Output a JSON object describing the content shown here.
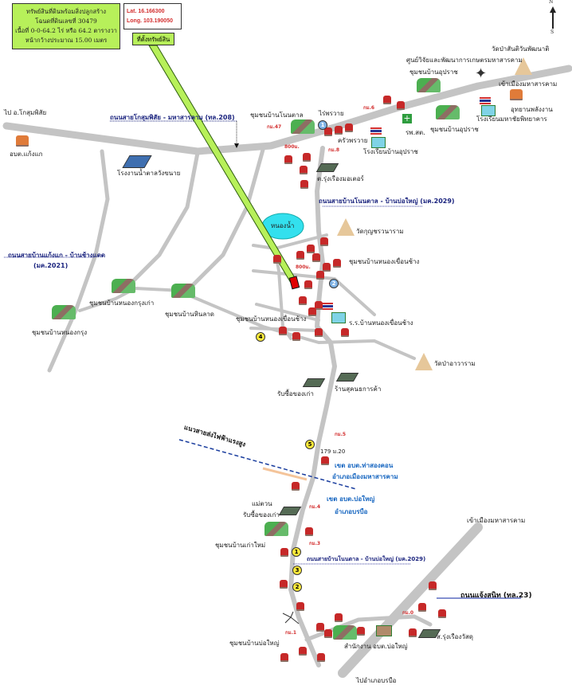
{
  "info_box": {
    "lines": [
      "ทรัพย์สินที่ดินพร้อมสิ่งปลูกสร้าง",
      "โฉนดที่ดินเลขที่ 30479",
      "เนื้อที่ 0-0-64.2 ไร่ หรือ 64.2 ตารางวา",
      "หน้ากว้างประมาณ 15.00 เมตร"
    ]
  },
  "coords": {
    "lat": "Lat. 16.166300",
    "long": "Long. 103.190050"
  },
  "property_label": "ที่ตั้งทรัพย์สิน",
  "compass": {
    "n": "N",
    "s": "S"
  },
  "roads": [
    "ถนนสายโกสุมพิสัย - มหาสารคาม (ทล.208)",
    "ถนนสายบ้านโนนตาล - บ้านบ่อใหญ่ (มค.2029)",
    "ถนนสายบ้านแก้งแก - บ้านช้างแดด",
    "(มค.2021)",
    "ถนนสายบ้านโนนตาล - บ้านบ่อใหญ่ (มค.2029)",
    "ถนนแจ้งสนิท (ทล.23)"
  ],
  "power_line": "แนวสายส่งไฟฟ้าแรงสูง",
  "zones": [
    "เขต อบต.ท่าสองคอน",
    "อำเภอเมืองมหาสารคาม",
    "เขต อบต.บ่อใหญ่",
    "อำเภอบรบือ"
  ],
  "km_markers": [
    "กม.47",
    "กม.6",
    "กม.8",
    "กม.5",
    "กม.4",
    "กม.3",
    "กม.1",
    "กม.0",
    "800ม.",
    "800ม."
  ],
  "numbers": [
    "1",
    "2",
    "4",
    "5",
    "1",
    "3",
    "2"
  ],
  "places": [
    "ไป อ.โกสุมพิสัย",
    "อบต.แก้งแก",
    "โรงงานน้ำตาลวังขนาย",
    "ชุมชนบ้านโนนตาล",
    "ไร่พรวาย",
    "ครัวพรวาย",
    "ต.รุ่งเรืองมอเตอร์",
    "โรงเรียนบ้านอุปราช",
    "รพ.สต.",
    "ชุมชนบ้านอุปราช",
    "ชุมชนบ้านอุปราช",
    "ศูนย์วิจัยและพัฒนาการเกษตรมหาสารคาม",
    "วัดป่าสันติวันพัฒนาติ",
    "เข้าเมืองมหาสารคาม",
    "อุทยานพลังงาน",
    "โรงเรียนมหาชัยพิทยาคาร",
    "หนองน้ำ",
    "วัดกุญชรวนาราม",
    "ชุมชนบ้านหนองเขื่อนช้าง",
    "ชุมชนบ้านหนองเขื่อนช้าง",
    "ร.ร.บ้านหนองเขื่อนช้าง",
    "ชุมชนบ้านหนองกรุงเก่า",
    "ชุมชนบ้านหินลาด",
    "ชุมชนบ้านหนองกรุง",
    "วัดป่าอาวาราม",
    "รับซื้อของเก่า",
    "ร้านสุคนธการค้า",
    "179 ม.20",
    "แม่ตวน",
    "รับซื้อของเก่า",
    "ชุมชนบ้านเก่าใหม่",
    "ชุมชนบ้านบ่อใหญ่",
    "สำนักงาน อบต.บ่อใหญ่",
    "ส.รุ่งเรืองวัสดุ",
    "เข้าเมืองมหาสารคาม",
    "ไปอำเภอบรบือ"
  ],
  "colors": {
    "road": "#c4c4c4",
    "highlight": "#b7f05a",
    "property": "#e00000",
    "lake": "#33e0ee",
    "road_label": "#1a237e"
  }
}
